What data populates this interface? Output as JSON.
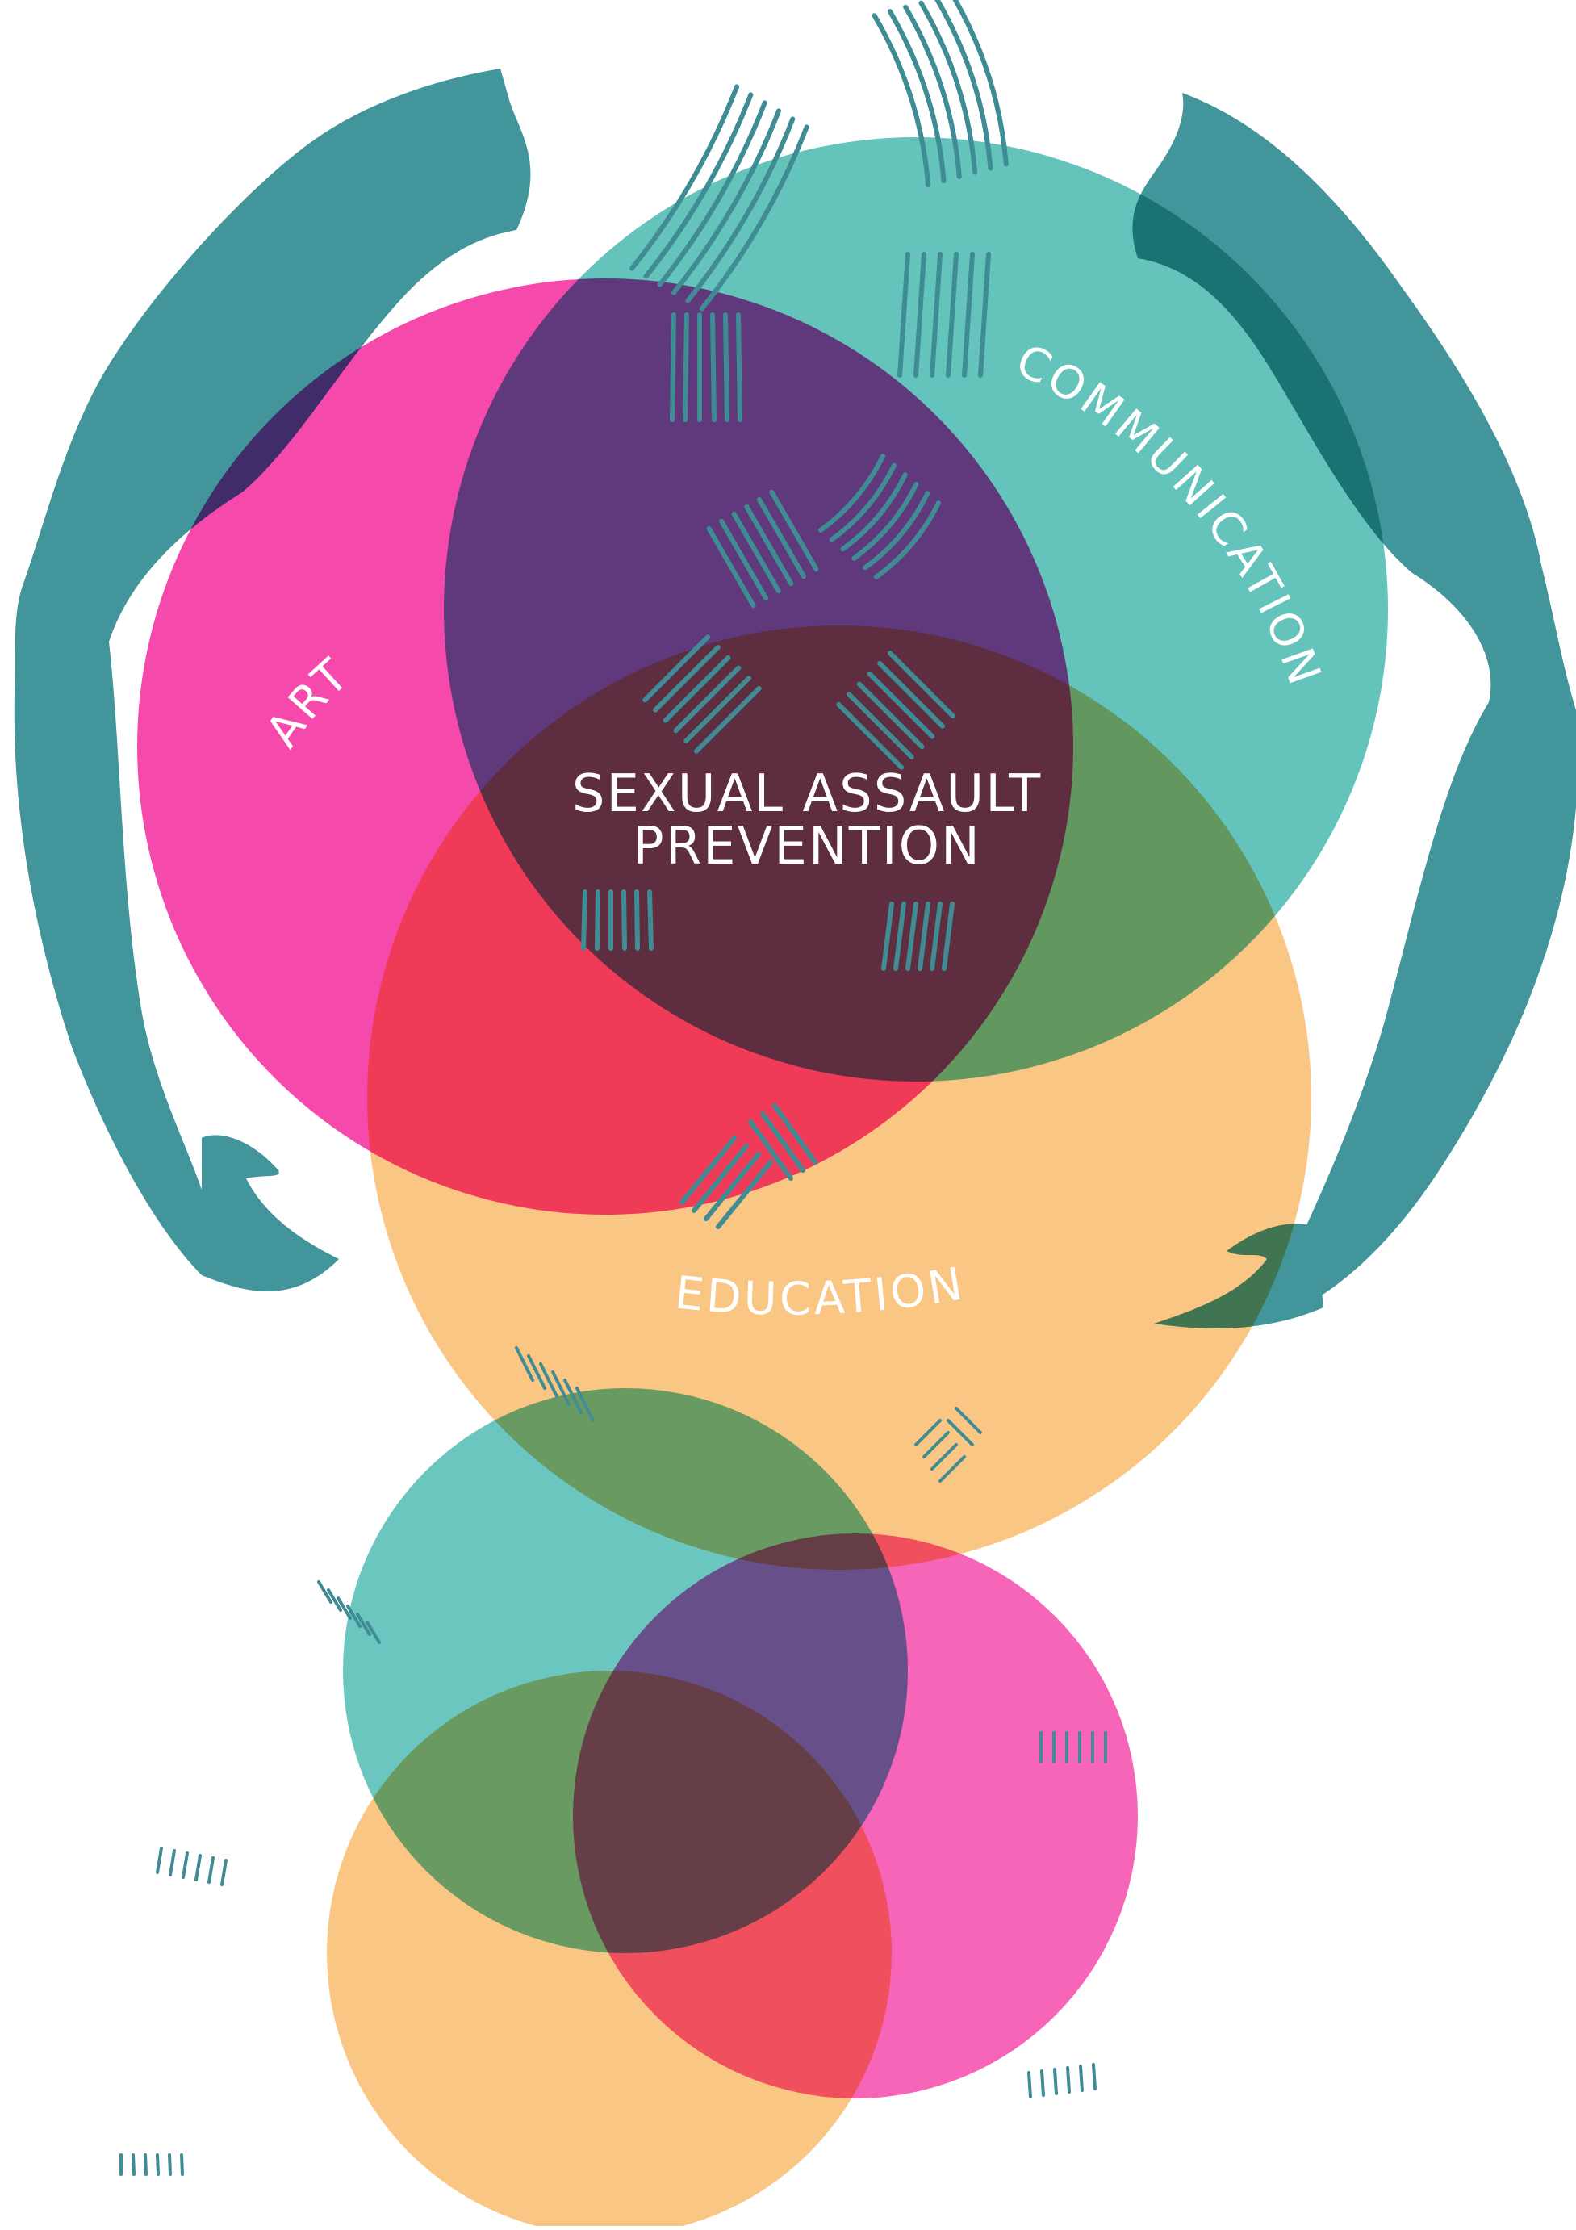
{
  "labels": {
    "art": "ART",
    "communication": "COMMUNICATION",
    "center_line1": "SEXUAL ASSAULT",
    "center_line2": "PREVENTION",
    "education": "EDUCATION"
  },
  "colors": {
    "magenta": "#f54aab",
    "teal": "#5bc0b8",
    "orange": "#f9c37c",
    "arm": "#42959b",
    "stroke": "#3f8c94",
    "text": "#ffffff"
  }
}
